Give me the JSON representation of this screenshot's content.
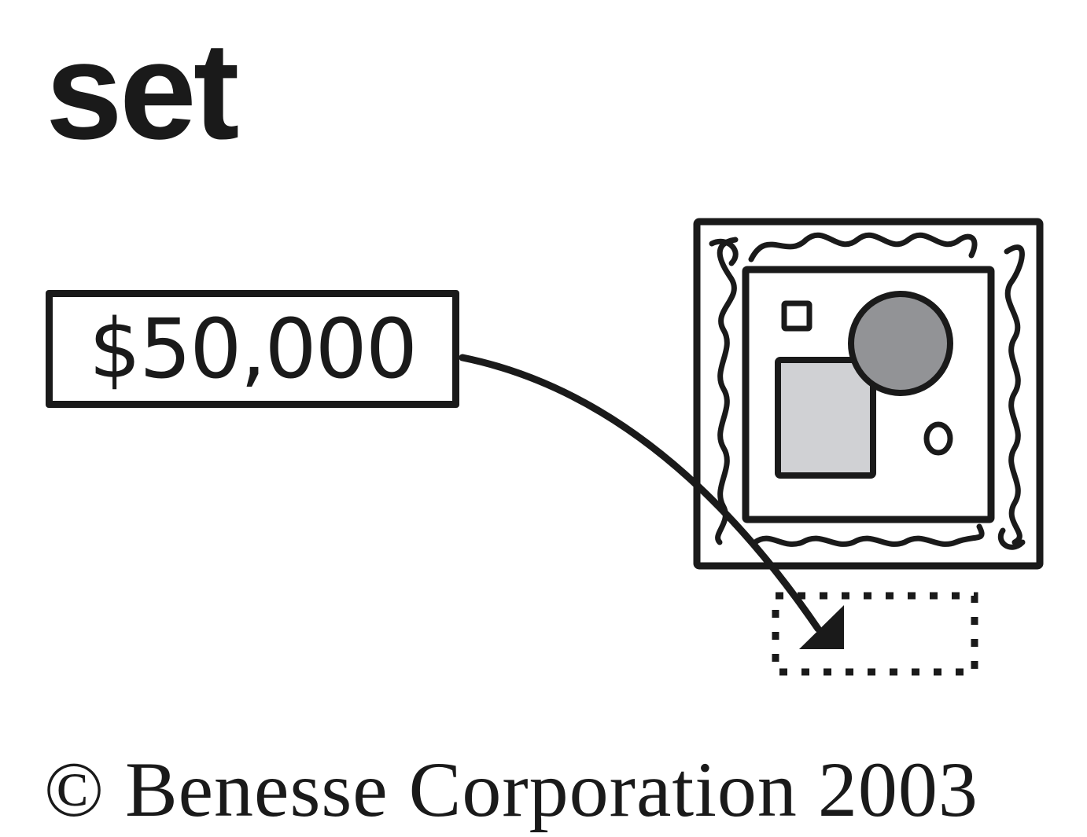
{
  "word": "set",
  "price_label": "$50,000",
  "copyright": "© Benesse Corporation 2003",
  "colors": {
    "ink": "#1a1a1a",
    "circle_fill": "#929396",
    "square_fill": "#d0d1d4"
  },
  "icons": {
    "stamp": "stamp-icon",
    "arrow": "curved-arrow",
    "placement": "dotted-placement-box"
  }
}
